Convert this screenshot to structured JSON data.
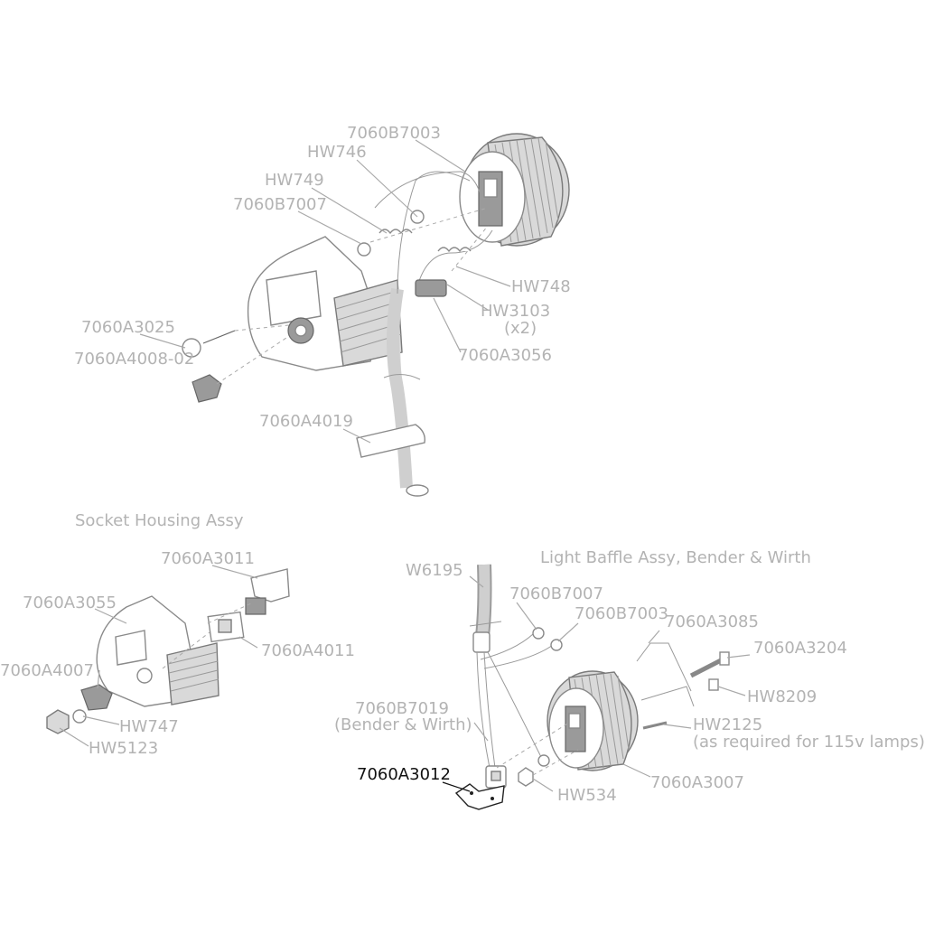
{
  "sections": {
    "socket_housing": "Socket Housing Assy",
    "light_baffle": "Light Baffle Assy, Bender & Wirth"
  },
  "colors": {
    "label": "#b3b3b3",
    "highlight": "#111111",
    "line": "#a9a9a9"
  },
  "labels": {
    "top_7060B7003": "7060B7003",
    "top_HW746": "HW746",
    "top_HW749": "HW749",
    "top_7060B7007": "7060B7007",
    "top_HW748": "HW748",
    "top_HW3103": "HW3103",
    "top_HW3103_qty": "(x2)",
    "top_7060A3056": "7060A3056",
    "top_7060A3025": "7060A3025",
    "top_7060A4008": "7060A4008-02",
    "top_7060A4019": "7060A4019",
    "sh_7060A3011": "7060A3011",
    "sh_7060A3055": "7060A3055",
    "sh_7060A4011": "7060A4011",
    "sh_7060A4007": "7060A4007",
    "sh_HW747": "HW747",
    "sh_HW5123": "HW5123",
    "lb_W6195": "W6195",
    "lb_7060B7007": "7060B7007",
    "lb_7060B7003": "7060B7003",
    "lb_7060A3085": "7060A3085",
    "lb_7060A3204": "7060A3204",
    "lb_HW8209": "HW8209",
    "lb_HW2125": "HW2125",
    "lb_HW2125_note": "(as required for 115v lamps)",
    "lb_7060B7019": "7060B7019",
    "lb_7060B7019_note": "(Bender & Wirth)",
    "lb_7060A3012": "7060A3012",
    "lb_HW534": "HW534",
    "lb_7060A3007": "7060A3007"
  }
}
